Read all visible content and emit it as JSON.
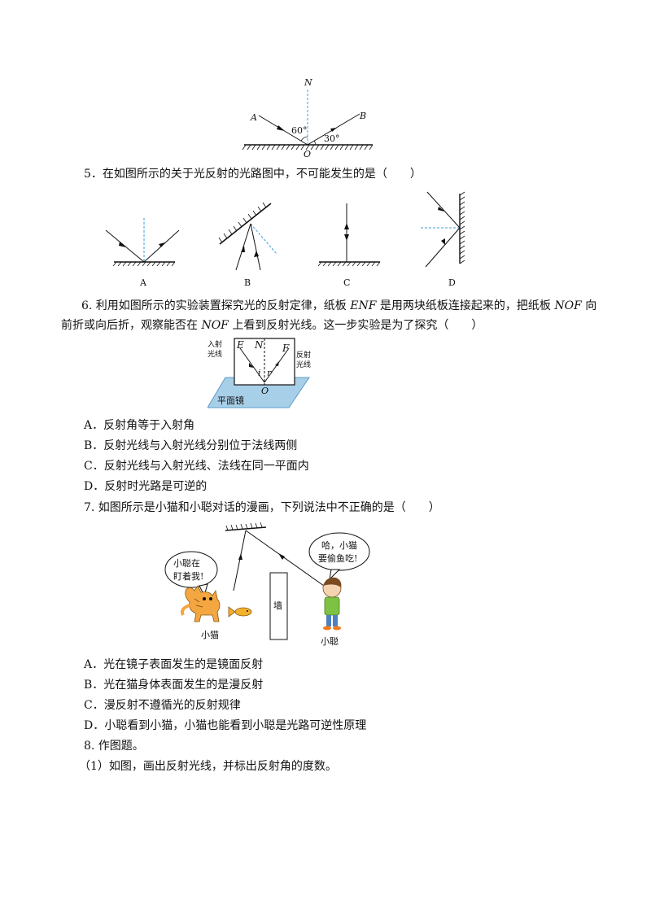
{
  "fig_top": {
    "labels": {
      "n": "N",
      "a": "A",
      "b": "B",
      "o": "O",
      "angle_left": "60°",
      "angle_right": "30°"
    }
  },
  "q5": {
    "text": "5．在如图所示的关于光反射的光路图中，不可能发生的是（　　）",
    "choices": [
      "A",
      "B",
      "C",
      "D"
    ]
  },
  "q6": {
    "line1_a": "6. 利用如图所示的实验装置探究光的反射定律，纸板 ",
    "line1_enf": "ENF",
    "line1_b": " 是用两块纸板连接起来的，把纸板 ",
    "line1_nof": "NOF",
    "line1_c": " 向",
    "line2_a": "前折或向后折，观察能否在 ",
    "line2_nof": "NOF",
    "line2_b": " 上看到反射光线。这一步实验是为了探究（　　）",
    "fig": {
      "incident_1": "入射",
      "incident_2": "光线",
      "reflect_1": "反射",
      "reflect_2": "光线",
      "e": "E",
      "n": "N",
      "f": "F",
      "i": "i",
      "r": "r",
      "o": "O",
      "mirror": "平面镜"
    },
    "options": [
      "A．反射角等于入射角",
      "B．反射光线与入射光线分别位于法线两侧",
      "C．反射光线与入射光线、法线在同一平面内",
      "D．反射时光路是可逆的"
    ]
  },
  "q7": {
    "text": "7. 如图所示是小猫和小聪对话的漫画，下列说法中不正确的是（　　）",
    "fig": {
      "cat_bubble_1": "小聪在",
      "cat_bubble_2": "盯着我!",
      "boy_bubble_1": "哈，小猫",
      "boy_bubble_2": "要偷鱼吃!",
      "wall": "墙",
      "cat_label": "小猫",
      "boy_label": "小聪"
    },
    "options": [
      "A．光在镜子表面发生的是镜面反射",
      "B．光在猫身体表面发生的是漫反射",
      "C．漫反射不遵循光的反射规律",
      "D．小聪看到小猫，小猫也能看到小聪是光路可逆性原理"
    ]
  },
  "q8": {
    "title": "8. 作图题。",
    "sub1": "（1）如图，画出反射光线，并标出反射角的度数。"
  }
}
